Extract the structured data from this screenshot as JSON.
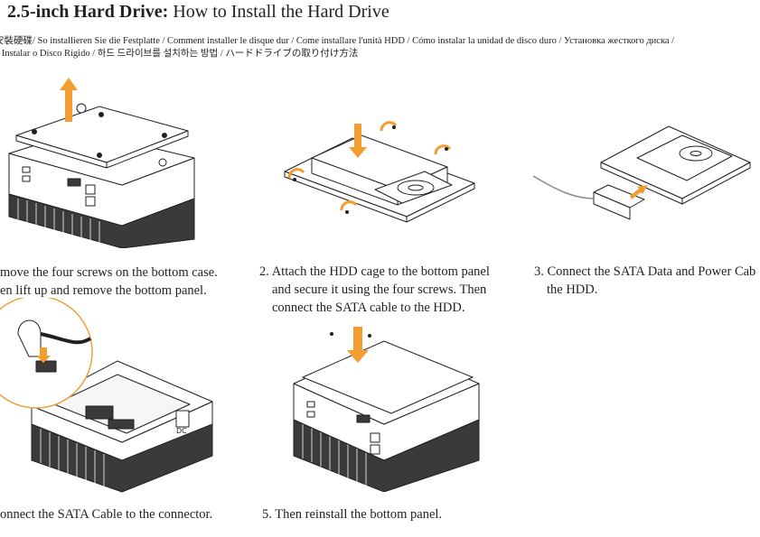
{
  "header": {
    "title_bold": "2.5-inch Hard Drive:",
    "title_rest": " How to Install the Hard Drive",
    "languages_line1": "安裝硬碟/ So installieren Sie die Festplatte / Comment installer le disque dur / Come installare l'unità HDD / Cómo instalar la unidad de disco duro / Установка жесткого диска /",
    "languages_line2": "o Instalar o Disco Rígido / 하드 드라이브를 설치하는 방법 / ハードドライブの取り付け方法"
  },
  "steps": {
    "step1": {
      "line1": "move the four screws on the bottom case.",
      "line2": "en lift up and remove the bottom panel."
    },
    "step2": {
      "line1": "2. Attach the HDD cage to the bottom panel",
      "line2": "and secure it using the four screws. Then",
      "line3": "connect the SATA cable to the HDD."
    },
    "step3": {
      "line1": "3. Connect the SATA Data and Power Cab",
      "line2": "the HDD."
    },
    "step4": {
      "line1": "onnect the SATA Cable to the connector."
    },
    "step5": {
      "line1": "5. Then reinstall the bottom panel."
    }
  },
  "figure_labels": {
    "port_label": "DC"
  },
  "colors": {
    "arrow": "#f39c2f",
    "line": "#231f20",
    "fill": "#ffffff",
    "fin": "#3a3a3a"
  }
}
